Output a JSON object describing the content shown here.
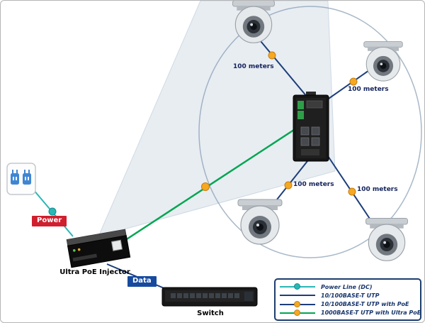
{
  "devices": {
    "injector_label": "Ultra PoE Injector",
    "switch_label": "Switch"
  },
  "badges": {
    "power": "Power",
    "data": "Data"
  },
  "distances": {
    "top": "100 meters",
    "right": "100 meters",
    "bottom_center": "100 meters",
    "bottom_right": "100 meters"
  },
  "legend": {
    "items": [
      {
        "label": "Power Line (DC)"
      },
      {
        "label": "10/100BASE-T UTP"
      },
      {
        "label": "10/100BASE-T UTP with PoE"
      },
      {
        "label": "1000BASE-T UTP with Ultra PoE"
      }
    ]
  },
  "colors": {
    "power_line": "#2ab7b5",
    "utp_line": "#1c3e7a",
    "ultra_poe_line": "#00a651",
    "poe_dot": "#f6a821",
    "power_badge_bg": "#d01f2e",
    "data_badge_bg": "#164a9e",
    "coverage_fill": "rgba(125,155,185,0.18)"
  },
  "icons": {
    "ac-outlet-icon": "wall outlet with two blue plugs",
    "poe-injector-icon": "black Ultra PoE injector box",
    "rack-switch-icon": "rack-mount Ethernet switch",
    "industrial-switch-icon": "DIN-rail industrial PoE switch",
    "dome-camera-icon": "dome IP camera"
  }
}
